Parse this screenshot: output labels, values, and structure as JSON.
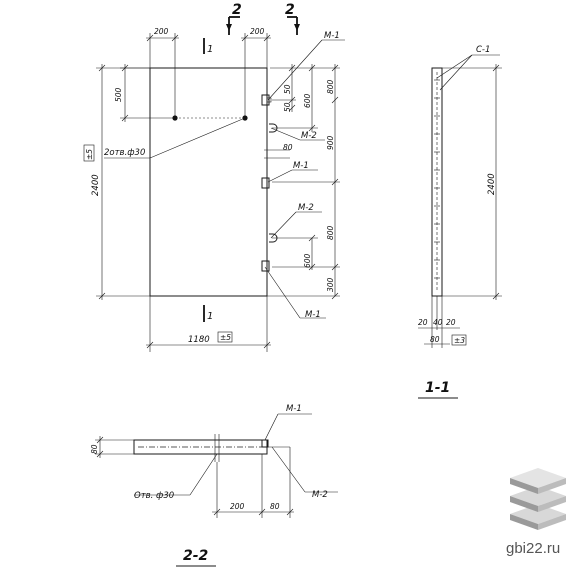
{
  "front_view": {
    "section_2_top_left": "2",
    "section_2_top_right": "2",
    "section_1_top": "1",
    "section_1_bottom": "1",
    "dim_200_left": "200",
    "dim_200_right": "200",
    "dim_500": "500",
    "dim_2400": "2400",
    "tol_left": "±5",
    "holes_label": "2отв.ф30",
    "dim_1180": "1180",
    "tol_bottom": "±5",
    "dim_50_a": "50",
    "dim_50_b": "50",
    "dim_600_top": "600",
    "dim_800_top": "800",
    "dim_80": "80",
    "dim_900": "900",
    "dim_800_mid": "800",
    "dim_600_bot": "600",
    "dim_300": "300",
    "label_m1_a": "М-1",
    "label_m2_a": "М-2",
    "label_m1_b": "М-1",
    "label_m2_b": "М-2",
    "label_m1_c": "М-1"
  },
  "section_1_1": {
    "title": "1-1",
    "label_c1": "С-1",
    "dim_2400": "2400",
    "dim_20_a": "20",
    "dim_40": "40",
    "dim_20_b": "20",
    "dim_80": "80",
    "tol": "±3"
  },
  "section_2_2": {
    "title": "2-2",
    "label_m1": "М-1",
    "label_m2": "М-2",
    "dim_80_left": "80",
    "holes_label": "Отв. ф30",
    "dim_200": "200",
    "dim_80_right": "80"
  },
  "watermark": {
    "text": "gbi22.ru",
    "colors": [
      "#9a9a9a",
      "#bcbcbc",
      "#d8d8d8"
    ]
  }
}
